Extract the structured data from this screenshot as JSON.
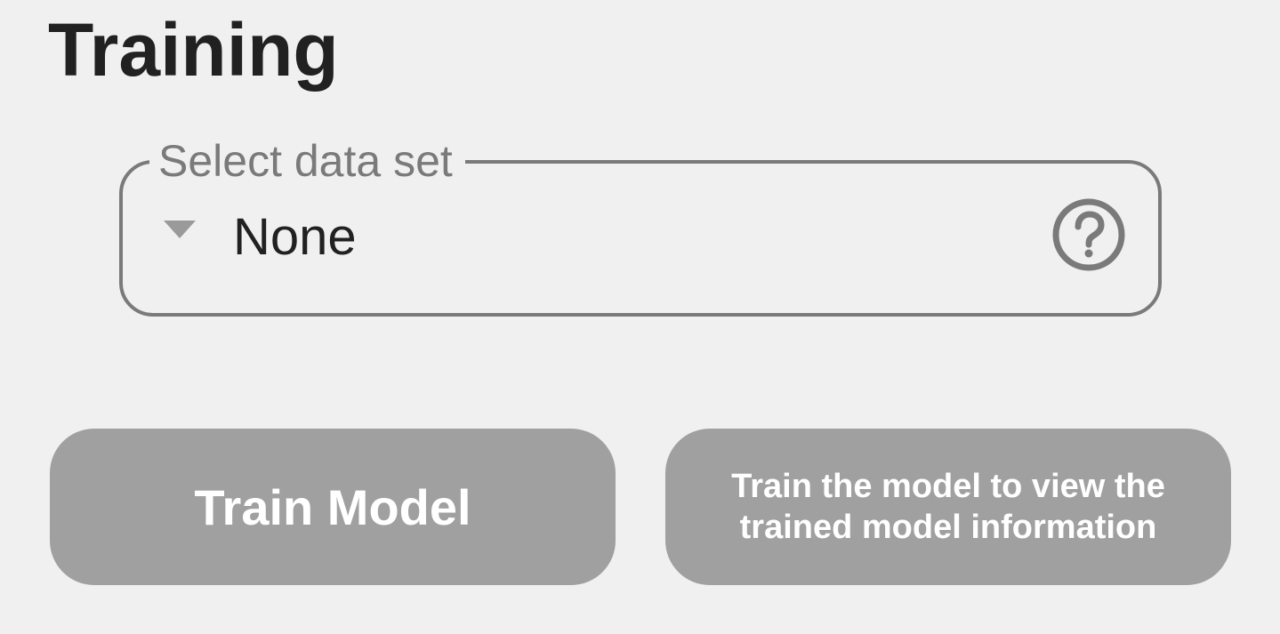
{
  "header": {
    "title": "Training"
  },
  "dataset_select": {
    "label": "Select data set",
    "value": "None",
    "help_icon": "help-circle-icon",
    "caret_icon": "caret-down-icon"
  },
  "actions": {
    "train_label": "Train Model",
    "info_label": "Train the model to view the trained model information"
  },
  "colors": {
    "background": "#f0f0f0",
    "button_disabled": "#a0a0a0",
    "outline": "#7a7a7a",
    "text_primary": "#212121"
  }
}
